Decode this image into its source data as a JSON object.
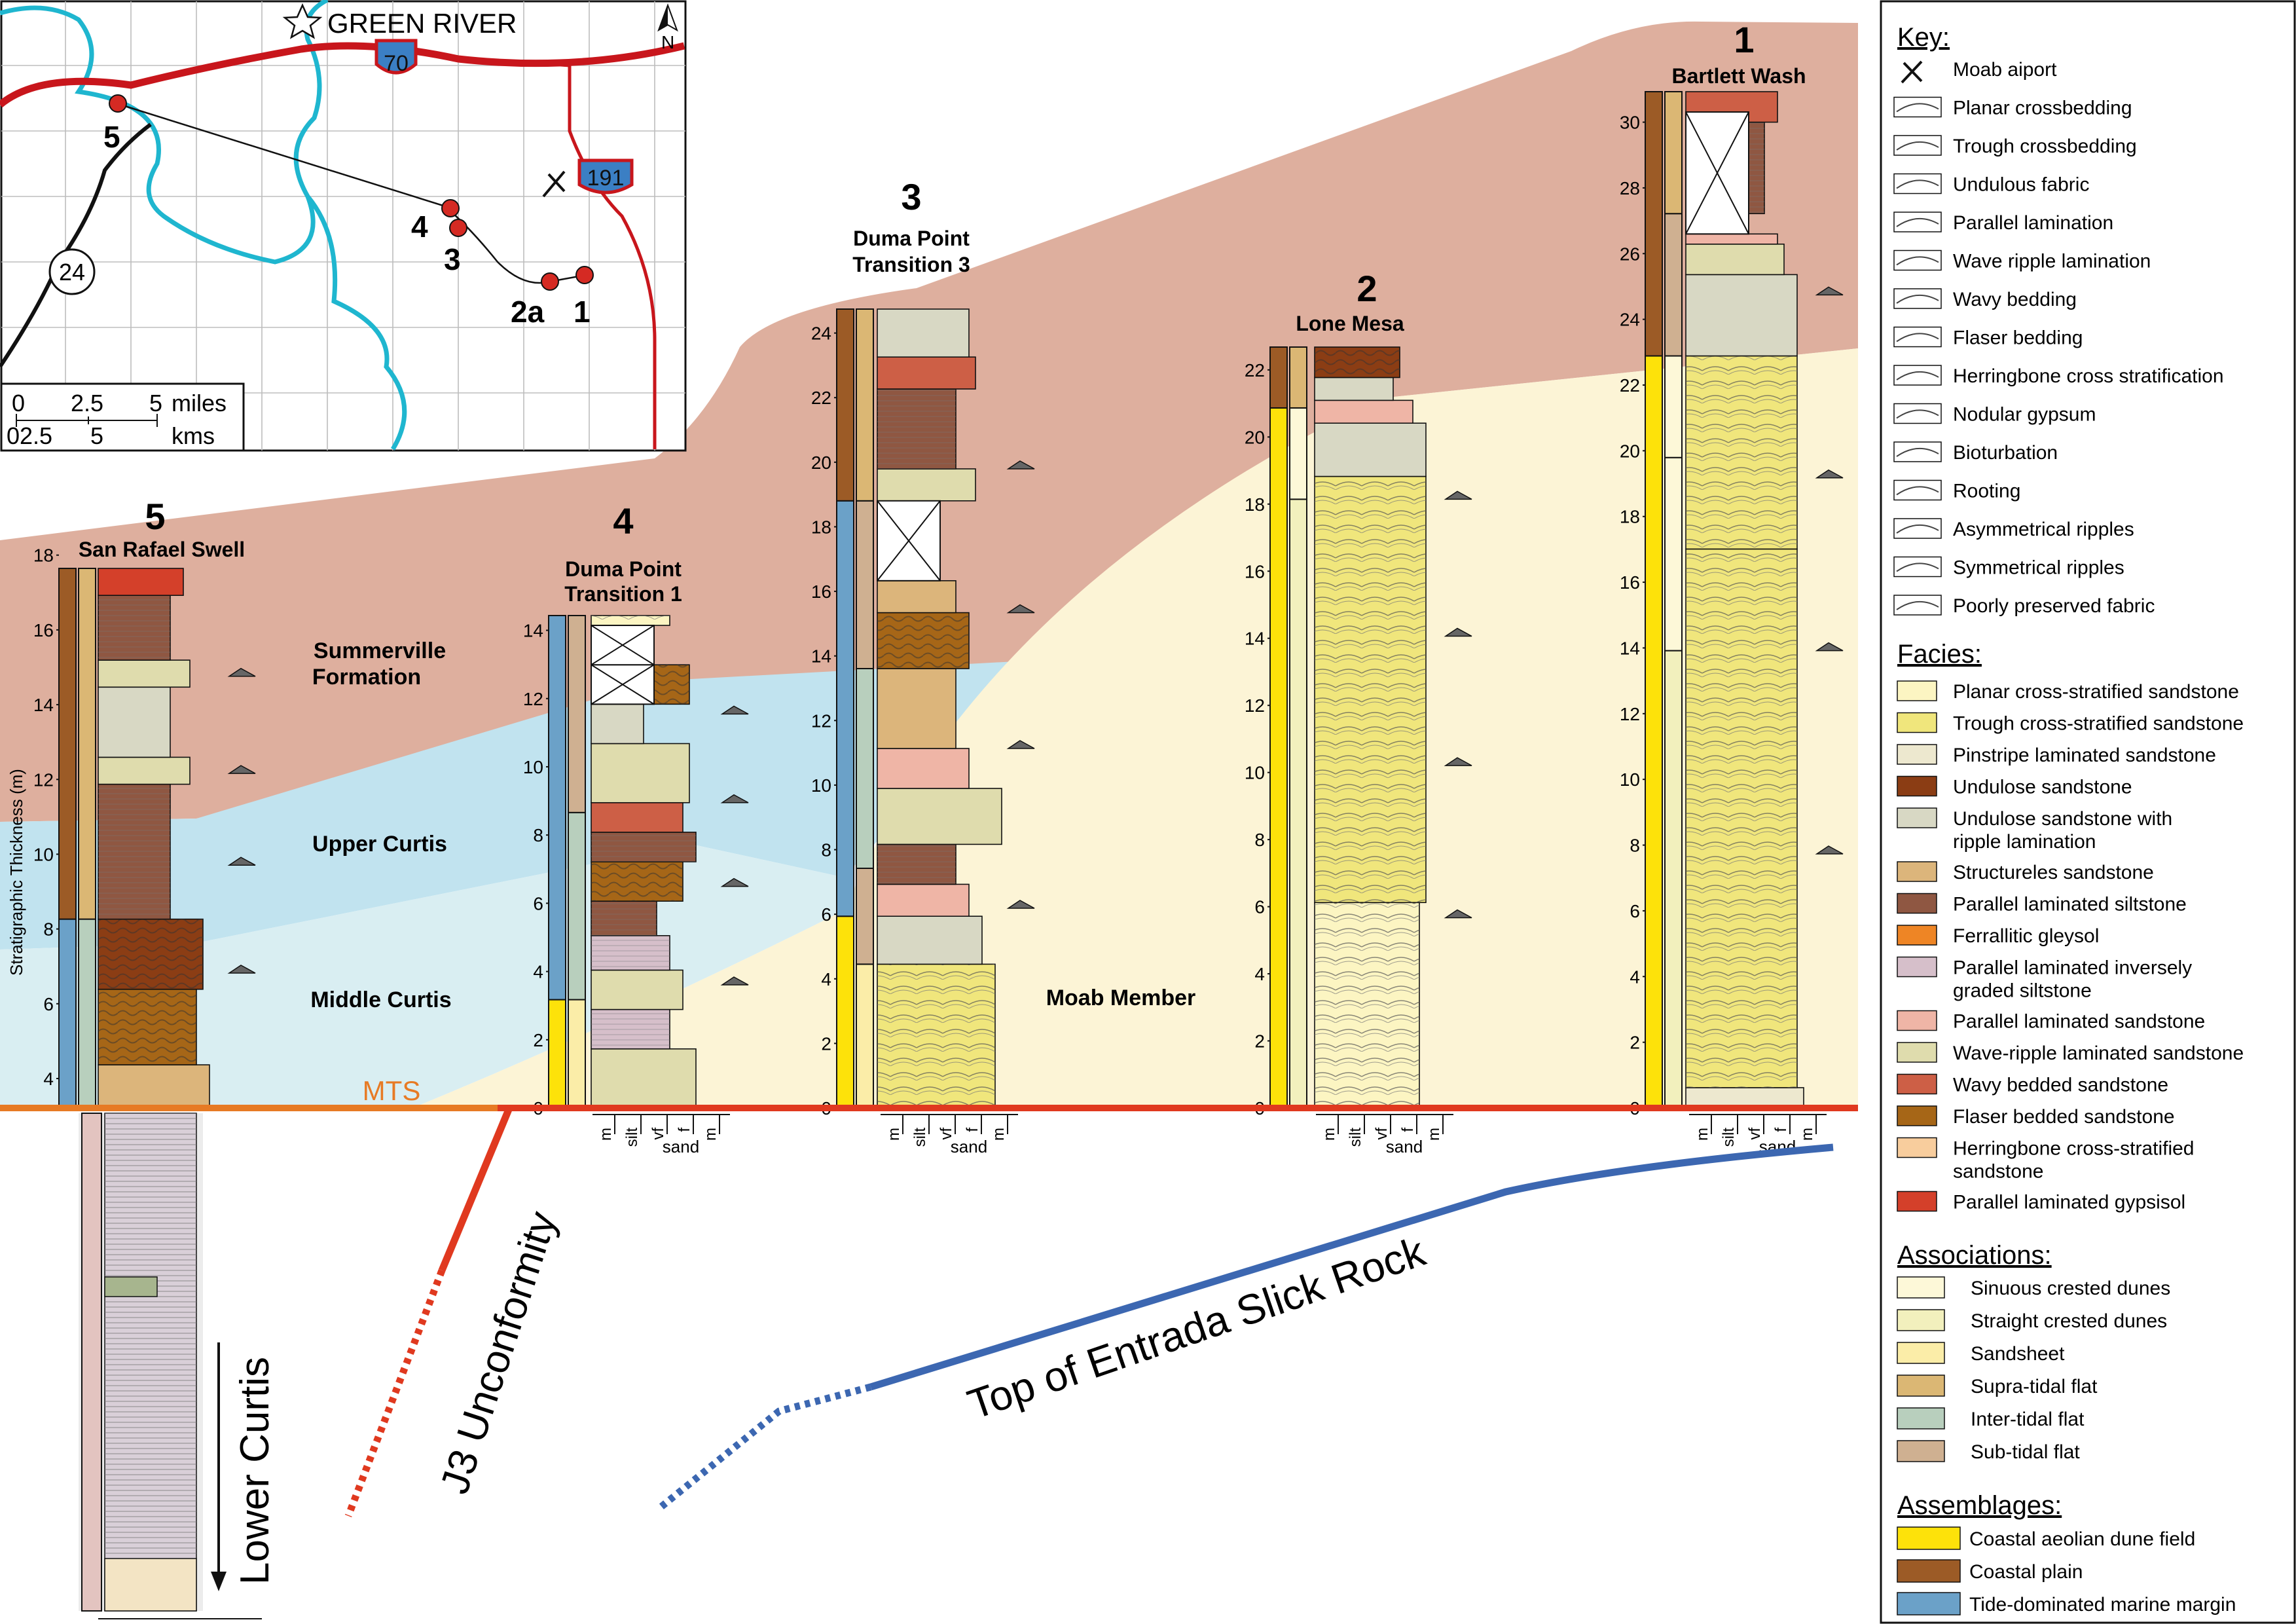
{
  "map": {
    "town": "GREEN RIVER",
    "north": "N",
    "interstate_70": "70",
    "highway_191": "191",
    "route_24": "24",
    "sites": [
      "5",
      "4",
      "3",
      "2a",
      "1"
    ],
    "scale_miles": [
      "0",
      "2.5",
      "5"
    ],
    "scale_miles_unit": "miles",
    "scale_km": [
      "0",
      "2.5",
      "5"
    ],
    "scale_km_unit": "kms"
  },
  "sections": [
    {
      "number": "5",
      "name": "San Rafael Swell",
      "ticks": [
        "4",
        "6",
        "8",
        "10",
        "12",
        "14",
        "16",
        "18"
      ]
    },
    {
      "number": "4",
      "name_lines": [
        "Duma Point",
        "Transition 1"
      ],
      "ticks": [
        "0",
        "2",
        "4",
        "6",
        "8",
        "10",
        "12",
        "14"
      ],
      "grain": [
        "m",
        "silt",
        "vf",
        "f",
        "m"
      ],
      "grain_label": "sand"
    },
    {
      "number": "3",
      "name_lines": [
        "Duma Point",
        "Transition 3"
      ],
      "ticks": [
        "0",
        "2",
        "4",
        "6",
        "8",
        "10",
        "12",
        "14",
        "16",
        "18",
        "20",
        "22",
        "24"
      ],
      "grain": [
        "m",
        "silt",
        "vf",
        "f",
        "m"
      ],
      "grain_label": "sand"
    },
    {
      "number": "2",
      "name": "Lone Mesa",
      "ticks": [
        "0",
        "2",
        "4",
        "6",
        "8",
        "10",
        "12",
        "14",
        "16",
        "18",
        "20",
        "22"
      ],
      "grain": [
        "m",
        "silt",
        "vf",
        "f",
        "m"
      ],
      "grain_label": "sand"
    },
    {
      "number": "1",
      "name": "Bartlett Wash",
      "ticks": [
        "0",
        "2",
        "4",
        "6",
        "8",
        "10",
        "12",
        "14",
        "16",
        "18",
        "20",
        "22",
        "24",
        "26",
        "28",
        "30"
      ],
      "grain": [
        "m",
        "silt",
        "vf",
        "f",
        "m"
      ],
      "grain_label": "sand"
    }
  ],
  "axis_label": "Stratigraphic Thickness (m)",
  "units": {
    "summerville": [
      "Summerville",
      "Formation"
    ],
    "upper_curtis": "Upper Curtis",
    "middle_curtis": "Middle Curtis",
    "moab_member": "Moab Member",
    "lower_curtis": "Lower Curtis",
    "mts": "MTS",
    "j3": "J3 Unconformity",
    "entrada": "Top of Entrada Slick Rock"
  },
  "key": {
    "title": "Key:",
    "items": [
      "Moab aiport",
      "Planar crossbedding",
      "Trough crossbedding",
      "Undulous fabric",
      "Parallel lamination",
      "Wave ripple lamination",
      "Wavy bedding",
      "Flaser bedding",
      "Herringbone cross stratification",
      "Nodular gypsum",
      "Bioturbation",
      "Rooting",
      "Asymmetrical ripples",
      "Symmetrical ripples",
      "Poorly preserved fabric"
    ],
    "icons": [
      "airport-icon",
      "planar-crossbedding-icon",
      "trough-crossbedding-icon",
      "undulous-fabric-icon",
      "parallel-lamination-icon",
      "wave-ripple-icon",
      "wavy-bedding-icon",
      "flaser-bedding-icon",
      "herringbone-icon",
      "nodular-gypsum-icon",
      "bioturbation-icon",
      "rooting-icon",
      "asymmetrical-ripples-icon",
      "symmetrical-ripples-icon",
      "poorly-preserved-icon"
    ]
  },
  "facies": {
    "title": "Facies:",
    "items": [
      {
        "lines": [
          "Planar cross-stratified sandstone"
        ],
        "color": "#fcf5c2"
      },
      {
        "lines": [
          "Trough cross-stratified sandstone"
        ],
        "color": "#f0e67c"
      },
      {
        "lines": [
          "Pinstripe laminated sandstone"
        ],
        "color": "#ede8cf"
      },
      {
        "lines": [
          "Undulose sandstone"
        ],
        "color": "#8b3d14"
      },
      {
        "lines": [
          "Undulose sandstone with",
          "ripple lamination"
        ],
        "color": "#d8d8c4"
      },
      {
        "lines": [
          "Structureles sandstone"
        ],
        "color": "#dcb57b"
      },
      {
        "lines": [
          "Parallel laminated siltstone"
        ],
        "color": "#8f5742"
      },
      {
        "lines": [
          "Ferrallitic gleysol"
        ],
        "color": "#ee8525"
      },
      {
        "lines": [
          "Parallel laminated inversely",
          "graded siltstone"
        ],
        "color": "#d6bfca"
      },
      {
        "lines": [
          "Parallel laminated sandstone"
        ],
        "color": "#efb5a6"
      },
      {
        "lines": [
          "Wave-ripple laminated sandstone"
        ],
        "color": "#dfdcad"
      },
      {
        "lines": [
          "Wavy bedded sandstone"
        ],
        "color": "#cd5f46"
      },
      {
        "lines": [
          "Flaser bedded sandstone"
        ],
        "color": "#a66617"
      },
      {
        "lines": [
          "Herringbone cross-stratified",
          "sandstone"
        ],
        "color": "#f8cd9d"
      },
      {
        "lines": [
          "Parallel laminated gypsisol"
        ],
        "color": "#d4402a"
      }
    ]
  },
  "associations": {
    "title": "Associations:",
    "items": [
      {
        "label": "Sinuous crested dunes",
        "color": "#fdf8d8"
      },
      {
        "label": "Straight crested dunes",
        "color": "#f2f0bd"
      },
      {
        "label": "Sandsheet",
        "color": "#fbeda8"
      },
      {
        "label": "Supra-tidal flat",
        "color": "#dbb774"
      },
      {
        "label": "Inter-tidal flat",
        "color": "#b8cfbd"
      },
      {
        "label": "Sub-tidal flat",
        "color": "#cfb091"
      }
    ]
  },
  "assemblages": {
    "title": "Assemblages:",
    "items": [
      {
        "label": "Coastal aeolian dune field",
        "color": "#fde20a"
      },
      {
        "label": "Coastal plain",
        "color": "#9c5b26"
      },
      {
        "label": "Tide-dominated marine margin",
        "color": "#6ba1c8"
      }
    ]
  },
  "colors": {
    "summerville_fill": "#deaf9e",
    "upper_curtis_fill": "#c1e3ef",
    "middle_curtis_fill": "#d9eef2",
    "moab_fill": "#fcf4d6",
    "mts_line": "#e77a24",
    "base_line": "#e0391f",
    "entrada_line": "#3c67b1",
    "river": "#1fb6cf",
    "road": "#c8161c"
  }
}
